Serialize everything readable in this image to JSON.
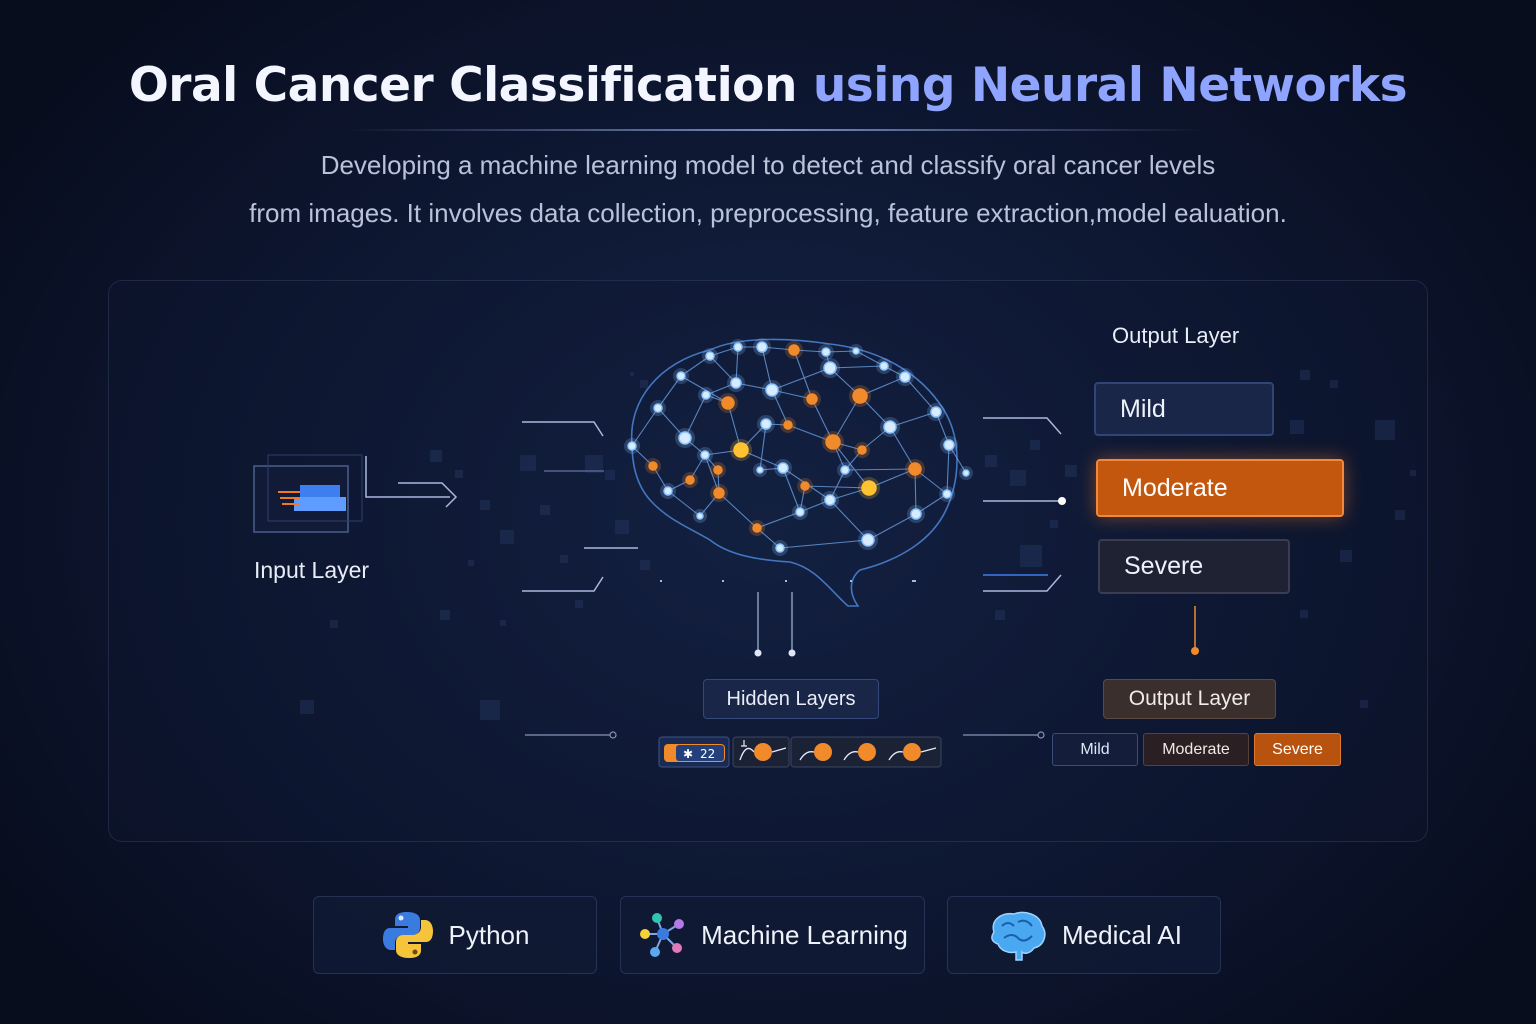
{
  "header": {
    "title_main": "Oral Cancer Classification",
    "title_accent": "using Neural Networks",
    "subtitle_line1": "Developing a machine learning model to detect and classify oral cancer levels",
    "subtitle_line2": "from images. It involves data collection, preprocessing, feature extraction,model ealuation."
  },
  "diagram": {
    "input_label": "Input Layer",
    "output_heading": "Output Layer",
    "outputs": [
      "Mild",
      "Moderate",
      "Severe"
    ],
    "hidden_label": "Hidden Layers",
    "output_label": "Output Layer",
    "mini_outputs": [
      "Mild",
      "Moderate",
      "Severe"
    ],
    "hidden_chip_text": "22",
    "highlight_color": "#c4570e",
    "node_color_blue": "#8cc4ff",
    "node_color_orange": "#f08a2a",
    "node_color_yellow": "#ffc233"
  },
  "technologies": [
    {
      "label": "Python",
      "icon": "python-icon"
    },
    {
      "label": "Machine Learning",
      "icon": "network-icon"
    },
    {
      "label": "Medical AI",
      "icon": "brain-icon"
    }
  ]
}
